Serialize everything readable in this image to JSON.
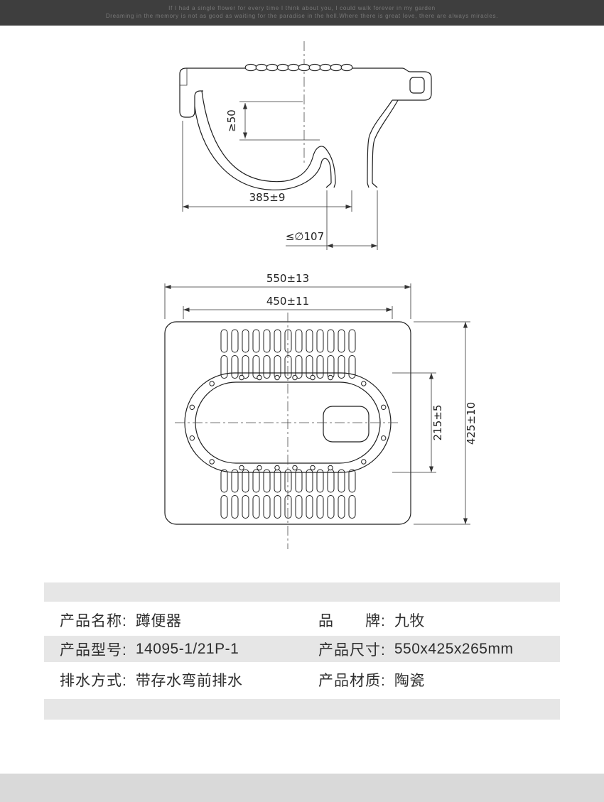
{
  "banner": {
    "line1": "If I had a single flower for every time I think about you, I could walk forever in my garden",
    "line2": "Dreaming in the memory is not as good as waiting for the paradise in the hell.Where there is great love, there are always miracles."
  },
  "side_view": {
    "dims": {
      "seal_depth": "≥50",
      "outlet_distance": "385±9",
      "outlet_diameter": "≤∅107"
    }
  },
  "top_view": {
    "dims": {
      "outer_width": "550±13",
      "inner_width": "450±11",
      "inner_depth": "215±5",
      "outer_depth": "425±10"
    }
  },
  "specs": {
    "name_label": "产品名称:",
    "name_value": "蹲便器",
    "brand_label": "品　　牌:",
    "brand_value": "九牧",
    "model_label": "产品型号:",
    "model_value": "14095-1/21P-1",
    "size_label": "产品尺寸:",
    "size_value": "550x425x265mm",
    "drain_label": "排水方式:",
    "drain_value": "带存水弯前排水",
    "material_label": "产品材质:",
    "material_value": "陶瓷"
  }
}
